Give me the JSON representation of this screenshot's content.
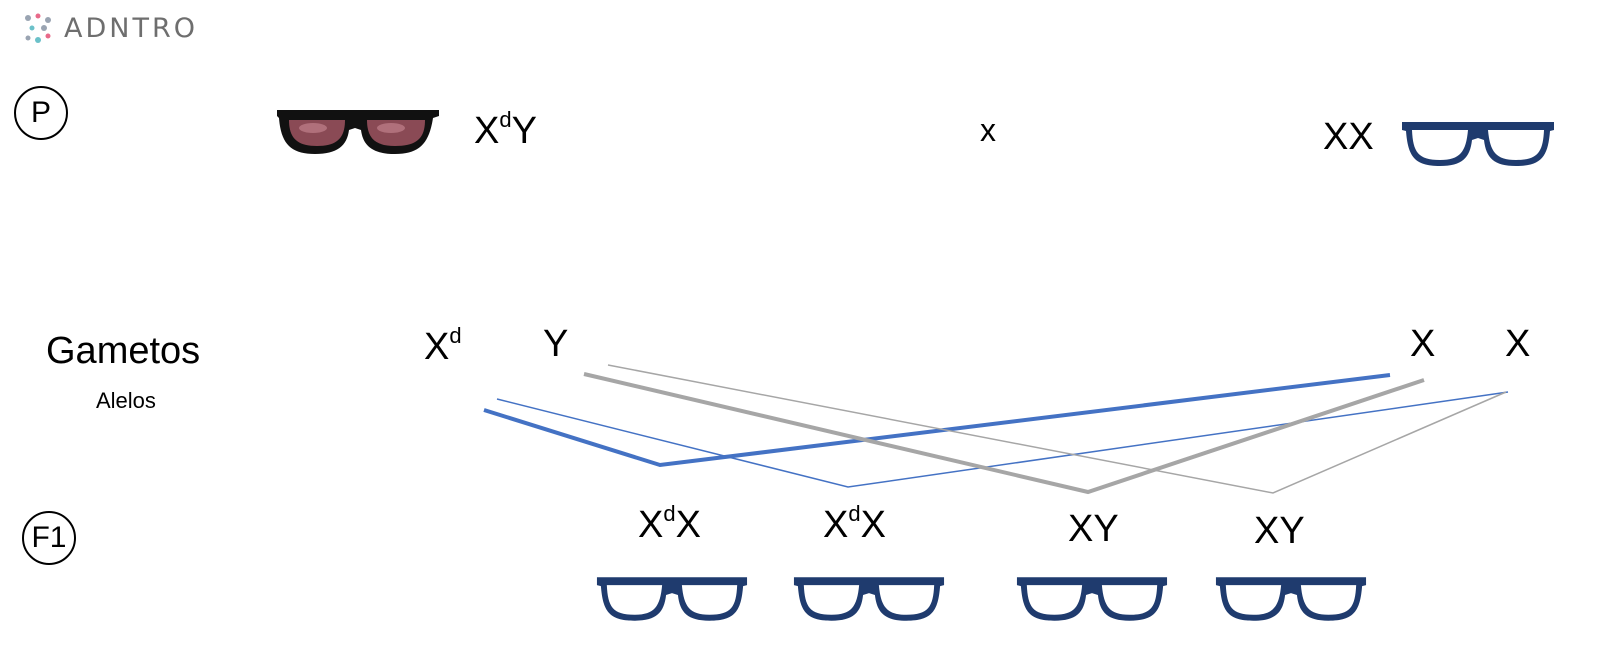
{
  "brand": {
    "name": "ADNTRO"
  },
  "rows": {
    "p_label": "P",
    "f1_label": "F1",
    "gametos_label": "Gametos",
    "alelos_label": "Alelos"
  },
  "parents": {
    "father": {
      "base": "X",
      "sup": "d",
      "tail": "Y"
    },
    "cross": "x",
    "mother": {
      "text": "XX"
    }
  },
  "gametes": {
    "g1": {
      "base": "X",
      "sup": "d"
    },
    "g2": "Y",
    "g3": "X",
    "g4": "X"
  },
  "offspring": [
    {
      "base": "X",
      "sup": "d",
      "tail": "X"
    },
    {
      "base": "X",
      "sup": "d",
      "tail": "X"
    },
    {
      "base": "",
      "sup": "",
      "tail": "XY"
    },
    {
      "base": "",
      "sup": "",
      "tail": "XY"
    }
  ],
  "colors": {
    "blue_line": "#4472c4",
    "gray_line": "#a6a6a6",
    "glasses_frame": "#1f3b6e",
    "sunglass_lens": "#8a4a55"
  },
  "icons": {
    "father_glasses": "sunglasses-icon",
    "mother_glasses": "glasses-icon",
    "offspring_glasses": "glasses-icon"
  }
}
